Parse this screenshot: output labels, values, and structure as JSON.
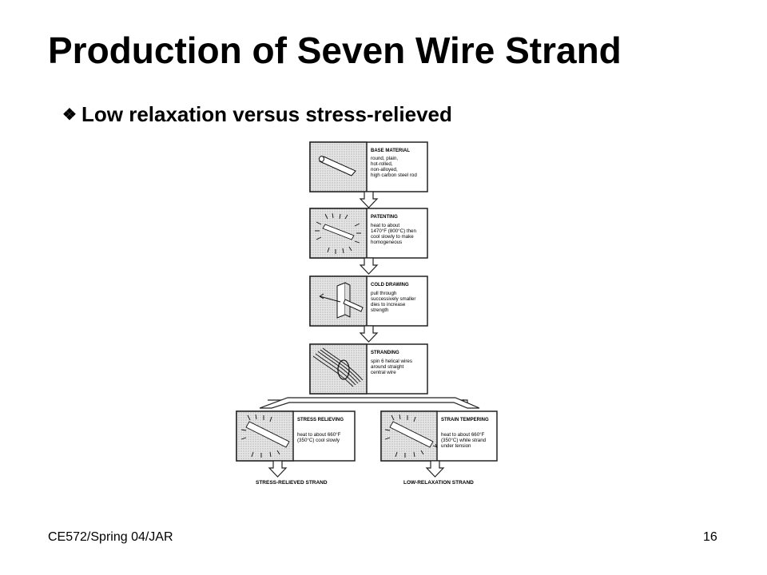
{
  "slide": {
    "title": "Production of Seven Wire Strand",
    "bullet_marker": "❖",
    "bullet": "Low relaxation versus stress-relieved",
    "footer_left": "CE572/Spring 04/JAR",
    "page_number": "16"
  },
  "diagram": {
    "steps": [
      {
        "heading": "BASE MATERIAL",
        "lines": [
          "round, plain,",
          "hot-rolled,",
          "non-alloyed,",
          "high carbon steel rod"
        ]
      },
      {
        "heading": "PATENTING",
        "lines": [
          "heat to about",
          "1470°F (800°C) then",
          "cool slowly to make",
          "homogeneous"
        ]
      },
      {
        "heading": "COLD DRAWING",
        "lines": [
          "pull through",
          "successively smaller",
          "dies to increase",
          "strength"
        ]
      },
      {
        "heading": "STRANDING",
        "lines": [
          "spin 6 helical wires",
          "around straight",
          "central wire"
        ]
      }
    ],
    "branches": [
      {
        "heading": "STRESS RELIEVING",
        "lines": [
          "heat to about 660°F",
          "(350°C) cool slowly"
        ],
        "output": "STRESS-RELIEVED STRAND"
      },
      {
        "heading": "STRAIN TEMPERING",
        "lines": [
          "heat to about 660°F",
          "(350°C) while strand",
          "under tension"
        ],
        "output": "LOW-RELAXATION STRAND"
      }
    ]
  }
}
